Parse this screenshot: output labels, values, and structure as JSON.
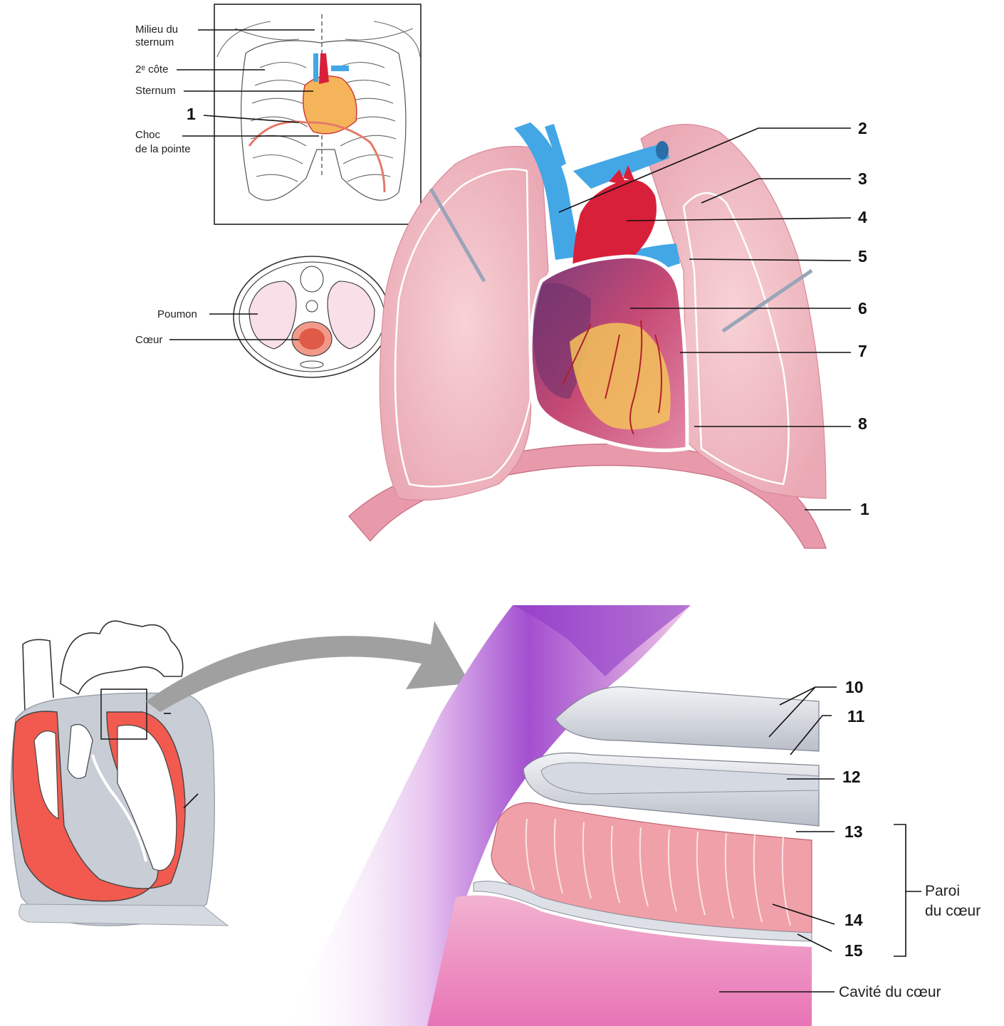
{
  "inset_labels": {
    "milieu_sternum_line1": "Milieu du",
    "milieu_sternum_line2": "sternum",
    "second_cote": "2ᵉ côte",
    "sternum": "Sternum",
    "label_1_top": "1",
    "choc_line1": "Choc",
    "choc_line2": "de la pointe",
    "poumon": "Poumon",
    "coeur": "Cœur"
  },
  "main_numbers": {
    "n2": "2",
    "n3": "3",
    "n4": "4",
    "n5": "5",
    "n6": "6",
    "n7": "7",
    "n8": "8",
    "n1": "1"
  },
  "wall_numbers": {
    "n10": "10",
    "n11": "11",
    "n12": "12",
    "n13": "13",
    "n14": "14",
    "n15": "15"
  },
  "wall_labels": {
    "paroi_line1": "Paroi",
    "paroi_line2": "du cœur",
    "cavite": "Cavité du cœur"
  },
  "colors": {
    "lung": "#f3c4cc",
    "pericardium": "#ffffff",
    "aorta": "#d8203a",
    "vein": "#43a7e6",
    "myocardium_red": "#f25a4f",
    "serous_grey": "#c8cdd6",
    "cavity_violet": "#a04ad0"
  }
}
